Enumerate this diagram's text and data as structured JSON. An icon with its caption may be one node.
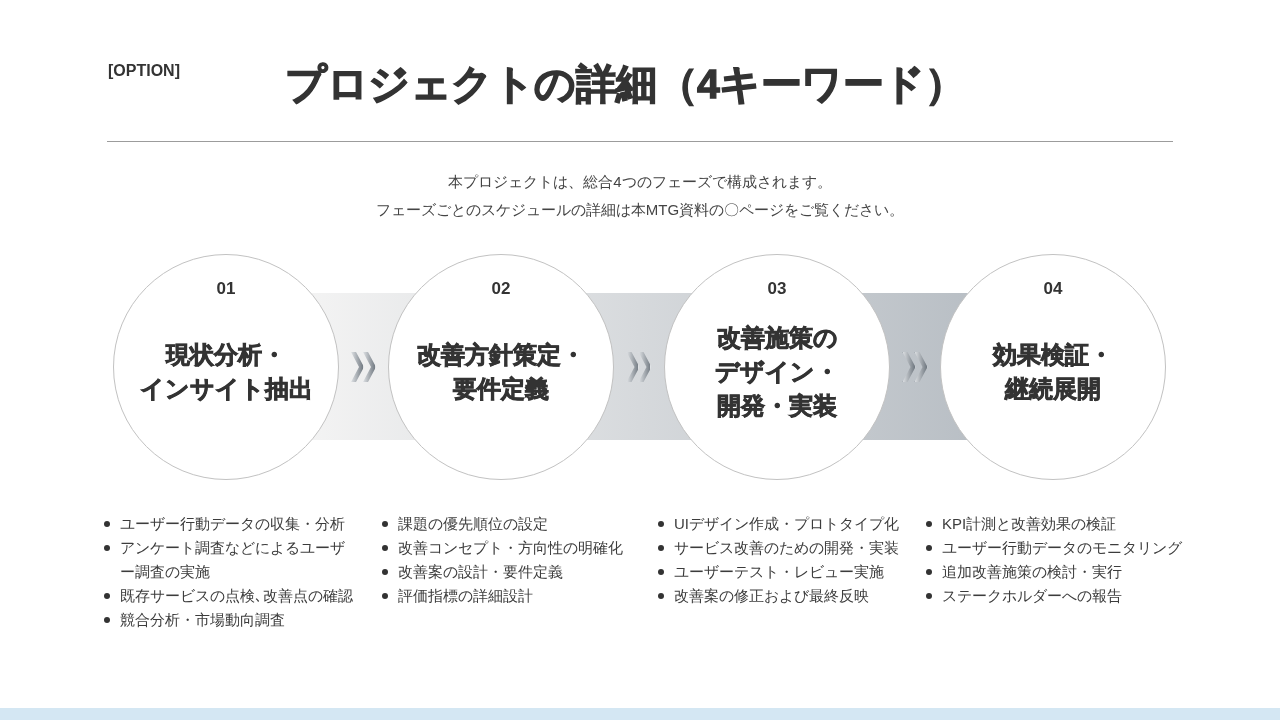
{
  "diagram": {
    "title": "プロジェクトの詳細（4キーワード）",
    "nodes": [
      {
        "text": [
          "01",
          "現状分析・インサイト抽出"
        ],
        "beside": [
          "ユーザー行動データの収集・分析",
          "アンケート調査などによるユーザー調査の実施",
          "既存サービスの点検､改善点の確認",
          "競合分析・市場動向調査"
        ]
      },
      {
        "text": [
          "02",
          "改善方針策定・要件定義"
        ],
        "beside": [
          "課題の優先順位の設定",
          "改善コンセプト・方向性の明確化",
          "改善案の設計・要件定義",
          "評価指標の詳細設計"
        ]
      },
      {
        "text": [
          "03",
          "改善施策のデザイン・開発・実装"
        ],
        "beside": [
          "UIデザイン作成・プロトタイプ化",
          "サービス改善のための開発・実装",
          "ユーザーテスト・レビュー実施",
          "改善案の修正および最終反映"
        ]
      },
      {
        "text": [
          "04",
          "効果検証・継続展開"
        ],
        "beside": [
          "KPI計測と改善効果の検証",
          "ユーザー行動データのモニタリング",
          "追加改善施策の検討・実行",
          "ステークホルダーへの報告"
        ]
      }
    ],
    "edges": [
      {
        "from": 0,
        "to": 1,
        "arrow": "to"
      },
      {
        "from": 1,
        "to": 2,
        "arrow": "to"
      },
      {
        "from": 2,
        "to": 3,
        "arrow": "to"
      }
    ],
    "labels": [
      "[OPTION]",
      "本プロジェクトは、総合4つのフェーズで構成されます。",
      "フェーズごとのスケジュールの詳細は本MTG資料の〇ページをご覧ください。"
    ]
  }
}
